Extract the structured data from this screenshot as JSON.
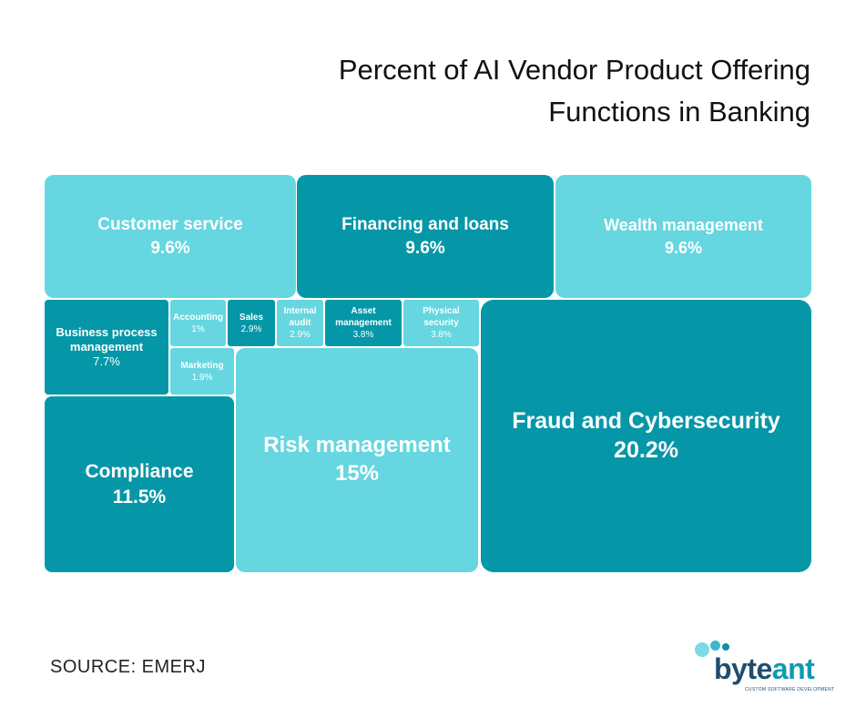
{
  "title_line1": "Percent of AI Vendor Product Offering",
  "title_line2": "Functions in Banking",
  "source": "SOURCE: EMERJ",
  "logo": {
    "word_byte": "byte",
    "word_ant": "ant",
    "tagline": "CUSTOM SOFTWARE DEVELOPMENT"
  },
  "colors": {
    "light": "#66d6e0",
    "dark": "#0597a7"
  },
  "chart_data": {
    "type": "treemap",
    "title": "Percent of AI Vendor Product Offering Functions in Banking",
    "items": [
      {
        "id": "customer-service",
        "label": "Customer service",
        "value_label": "9.6%",
        "value": 9.6,
        "shade": "light"
      },
      {
        "id": "financing-loans",
        "label": "Financing and loans",
        "value_label": "9.6%",
        "value": 9.6,
        "shade": "dark"
      },
      {
        "id": "wealth-management",
        "label": "Wealth management",
        "value_label": "9.6%",
        "value": 9.6,
        "shade": "light"
      },
      {
        "id": "business-process",
        "label": "Business process management",
        "value_label": "7.7%",
        "value": 7.7,
        "shade": "dark"
      },
      {
        "id": "accounting",
        "label": "Accounting",
        "value_label": "1%",
        "value": 1,
        "shade": "light"
      },
      {
        "id": "marketing",
        "label": "Marketing",
        "value_label": "1.9%",
        "value": 1.9,
        "shade": "light"
      },
      {
        "id": "sales",
        "label": "Sales",
        "value_label": "2.9%",
        "value": 2.9,
        "shade": "dark"
      },
      {
        "id": "internal-audit",
        "label": "Internal audit",
        "value_label": "2.9%",
        "value": 2.9,
        "shade": "light"
      },
      {
        "id": "asset-management",
        "label": "Asset management",
        "value_label": "3.8%",
        "value": 3.8,
        "shade": "dark"
      },
      {
        "id": "physical-security",
        "label": "Physical security",
        "value_label": "3.8%",
        "value": 3.8,
        "shade": "light"
      },
      {
        "id": "compliance",
        "label": "Compliance",
        "value_label": "11.5%",
        "value": 11.5,
        "shade": "dark"
      },
      {
        "id": "risk-management",
        "label": "Risk management",
        "value_label": "15%",
        "value": 15,
        "shade": "light"
      },
      {
        "id": "fraud-cybersecurity",
        "label": "Fraud and Cybersecurity",
        "value_label": "20.2%",
        "value": 20.2,
        "shade": "dark"
      }
    ]
  }
}
